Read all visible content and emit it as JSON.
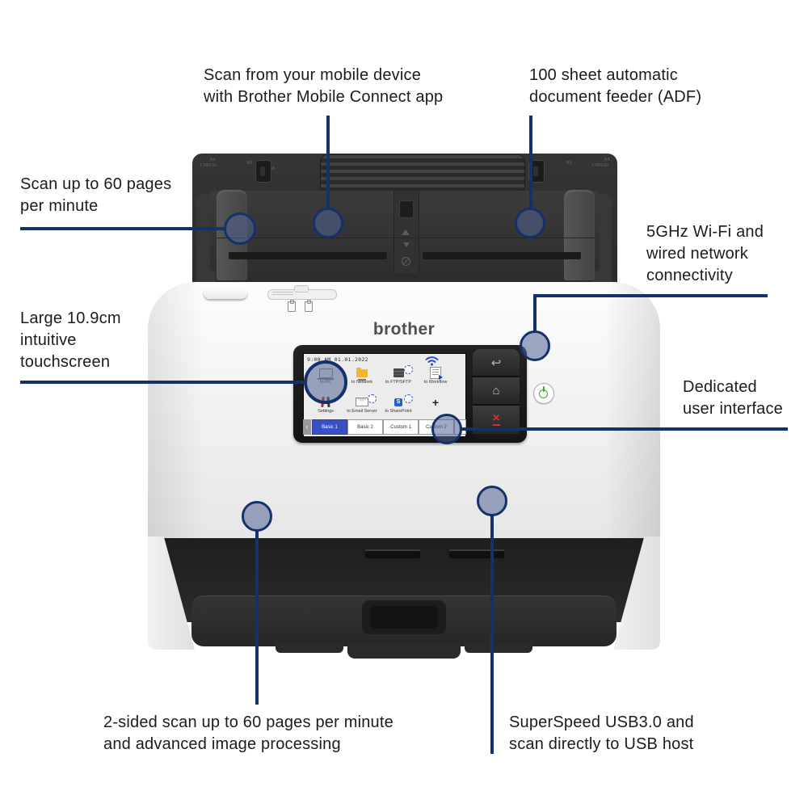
{
  "callouts": {
    "mobile": {
      "line1": "Scan from your mobile device",
      "line2": "with Brother Mobile Connect app"
    },
    "adf": {
      "line1": "100 sheet automatic",
      "line2": "document feeder (ADF)"
    },
    "speed": {
      "line1": "Scan up to 60 pages",
      "line2": "per minute"
    },
    "wifi": {
      "line1": "5GHz Wi-Fi and",
      "line2": "wired network",
      "line3": "connectivity"
    },
    "touchscreen": {
      "line1": "Large 10.9cm",
      "line2": "intuitive",
      "line3": "touchscreen"
    },
    "ui": {
      "line1": "Dedicated",
      "line2": "user interface"
    },
    "duplex": {
      "line1": "2-sided scan up to 60 pages per minute",
      "line2": "and advanced image processing"
    },
    "usb": {
      "line1": "SuperSpeed USB3.0 and",
      "line2": "scan directly to USB host"
    }
  },
  "scanner": {
    "brand": "brother",
    "adf_markings": {
      "left_a4": "A4",
      "left_size": "LTR/LGL",
      "left_b5": "B5",
      "left_a5": "A5",
      "right_b5": "B5",
      "right_a4": "A4",
      "right_size": "LTR/LGL"
    },
    "screen": {
      "status": "9:00 AM 01.01.2022",
      "apps": [
        {
          "label": "to PC"
        },
        {
          "label": "to Network"
        },
        {
          "label": "to FTP/SFTP"
        },
        {
          "label": "to Workflow"
        },
        {
          "label": "Settings"
        },
        {
          "label": "to Email Server"
        },
        {
          "label": "to SharePoint"
        }
      ],
      "plus_symbol": "+",
      "sharepoint_letter": "S",
      "tabs": [
        {
          "label": "Basic 1"
        },
        {
          "label": "Basic 2"
        },
        {
          "label": "Custom 1"
        },
        {
          "label": "Custom 2"
        }
      ],
      "prev_symbol": "‹",
      "next_symbol": "›"
    },
    "buttons": {
      "back": "↩",
      "home": "⌂",
      "cancel": "×"
    }
  },
  "colors": {
    "callout_navy": "#14316b",
    "tab_active_blue": "#3b50c4",
    "wifi_blue": "#2143c8",
    "power_green": "#3aa62a",
    "folder_yellow": "#f2b431",
    "settings_red": "#c0232c",
    "cancel_red": "#cc3333",
    "sharepoint_blue": "#2463c6"
  }
}
